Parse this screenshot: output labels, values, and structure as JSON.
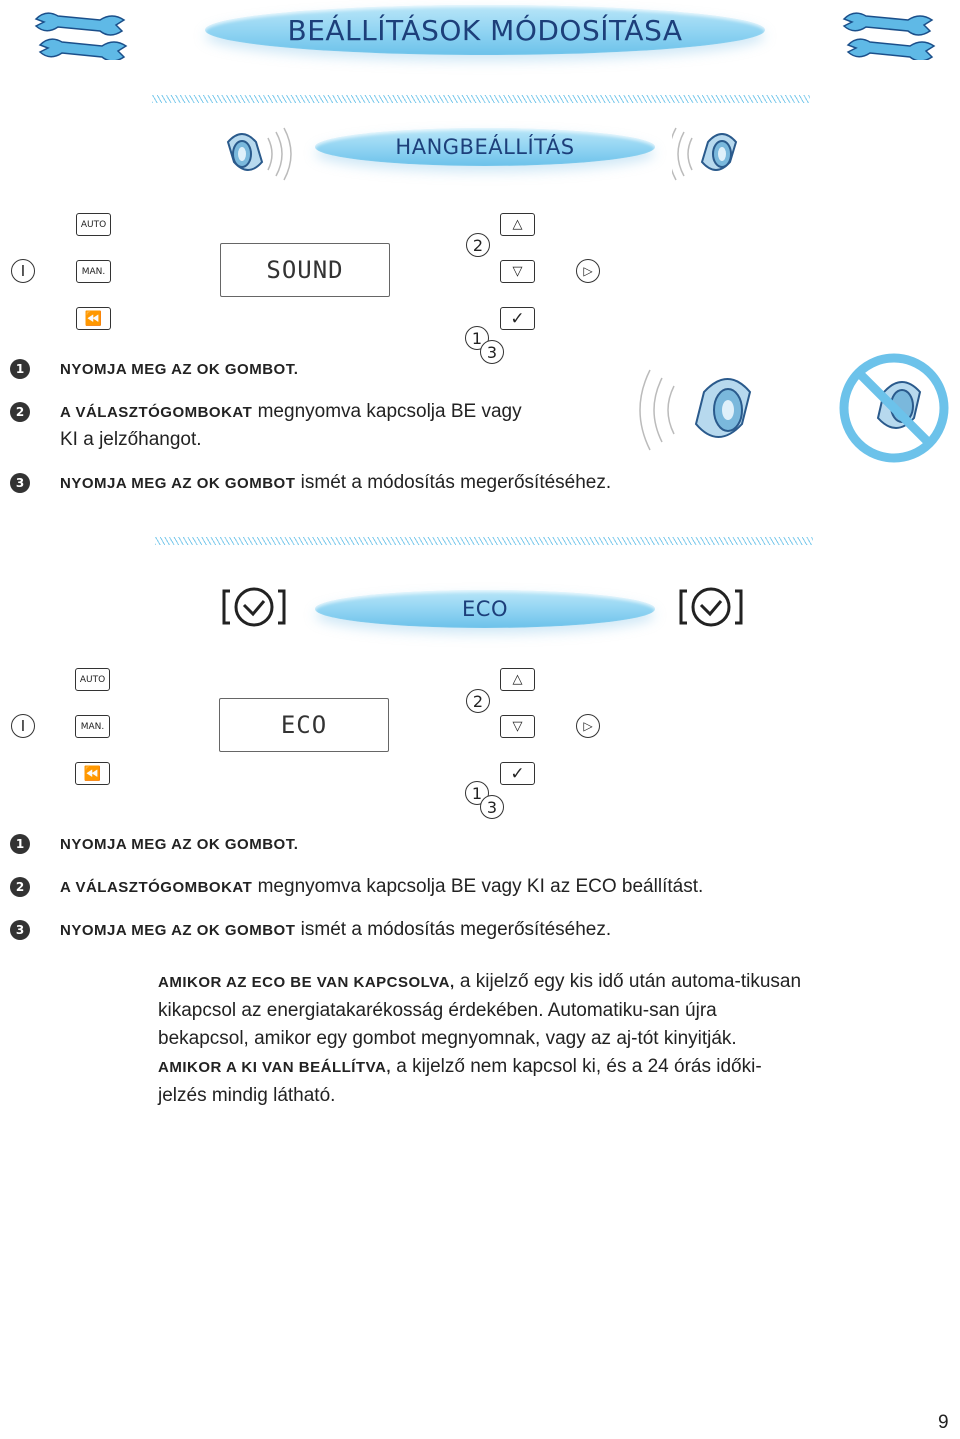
{
  "header": {
    "title": "BEÁLLÍTÁSOK MÓDOSÍTÁSA"
  },
  "sound_section": {
    "title": "HANGBEÁLLÍTÁS",
    "keys": [
      "AUTO",
      "MAN."
    ],
    "lcd": "SOUND",
    "markers": {
      "two": "2",
      "one": "1",
      "three": "3"
    },
    "steps": [
      {
        "num": "1",
        "lead": "Nyomja meg az OK gombot.",
        "rest": ""
      },
      {
        "num": "2",
        "lead": "A választógombokat",
        "rest": " megnyomva kapcsolja BE vagy",
        "rest2": "KI a jelzőhangot."
      },
      {
        "num": "3",
        "lead": "Nyomja meg az OK gombot",
        "rest": " ismét a módosítás megerősítéséhez."
      }
    ]
  },
  "eco_section": {
    "title": "ECO",
    "keys": [
      "AUTO",
      "MAN."
    ],
    "lcd": "ECO",
    "markers": {
      "two": "2",
      "one": "1",
      "three": "3"
    },
    "steps": [
      {
        "num": "1",
        "lead": "Nyomja meg az OK gombot.",
        "rest": ""
      },
      {
        "num": "2",
        "lead": "A választógombokat",
        "rest": " megnyomva kapcsolja BE vagy KI az ECO beállítást."
      },
      {
        "num": "3",
        "lead": "Nyomja meg az OK gombot",
        "rest": " ismét a módosítás megerősítéséhez."
      }
    ],
    "note": {
      "lead1": "Amikor az ECO be van kapcsolva,",
      "text1": " a kijelző egy kis idő után automa-tikusan kikapcsol az energiatakarékosság érdekében. Automatiku-san újra bekapcsol, amikor egy gombot megnyomnak, vagy az aj-tót kinyitják.",
      "lead2": "Amikor a KI van beállítva,",
      "text2": " a kijelző nem kapcsol ki, és a 24 órás időki-jelzés mindig látható."
    }
  },
  "icons": {
    "wrench_left": "wrench-icon",
    "wrench_right": "wrench-icon",
    "speaker": "speaker-icon",
    "speaker_muted": "speaker-muted-icon",
    "clock": "eco-clock-icon"
  },
  "colors": {
    "accent": "#8fd3f2",
    "accent_dark": "#1d3f7a"
  },
  "page_number": "9"
}
